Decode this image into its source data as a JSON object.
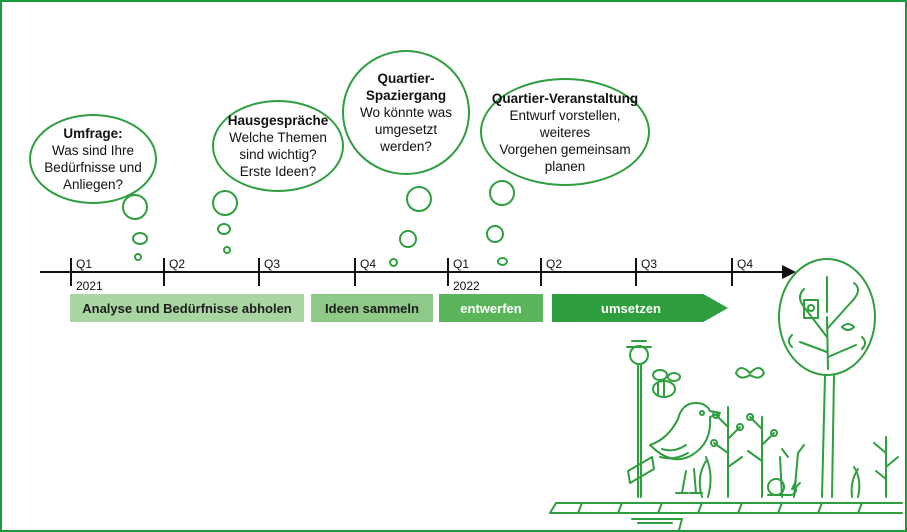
{
  "bubbles": [
    {
      "heading": "Umfrage:",
      "body": "Was sind Ihre\nBedürfnisse und\nAnliegen?"
    },
    {
      "heading": "Hausgespräche",
      "body": "Welche Themen\nsind wichtig?\nErste Ideen?"
    },
    {
      "heading": "Quartier-\nSpaziergang",
      "body": "Wo könnte was\numgesetzt\nwerden?"
    },
    {
      "heading": "Quartier-Veranstaltung",
      "body": "Entwurf vorstellen,\nweiteres\nVorgehen gemeinsam\nplanen"
    }
  ],
  "timeline": {
    "quarters": [
      "Q1",
      "Q2",
      "Q3",
      "Q4",
      "Q1",
      "Q2",
      "Q3",
      "Q4"
    ],
    "years": [
      "2021",
      "2022"
    ]
  },
  "phases": [
    {
      "label": "Analyse und Bedürfnisse abholen",
      "color": "#a8d5a2",
      "text_color": "#1c1c1c"
    },
    {
      "label": "Ideen sammeln",
      "color": "#8ec987",
      "text_color": "#1c1c1c"
    },
    {
      "label": "entwerfen",
      "color": "#5ab55a",
      "text_color": "#ffffff"
    },
    {
      "label": "umsetzen",
      "color": "#2e9e3f",
      "text_color": "#ffffff"
    }
  ],
  "colors": {
    "accent": "#2e9e3f",
    "frame": "#1a9a3a",
    "axis": "#111111"
  },
  "illustration": {
    "icon": "garden-tree-bird-illustration"
  }
}
